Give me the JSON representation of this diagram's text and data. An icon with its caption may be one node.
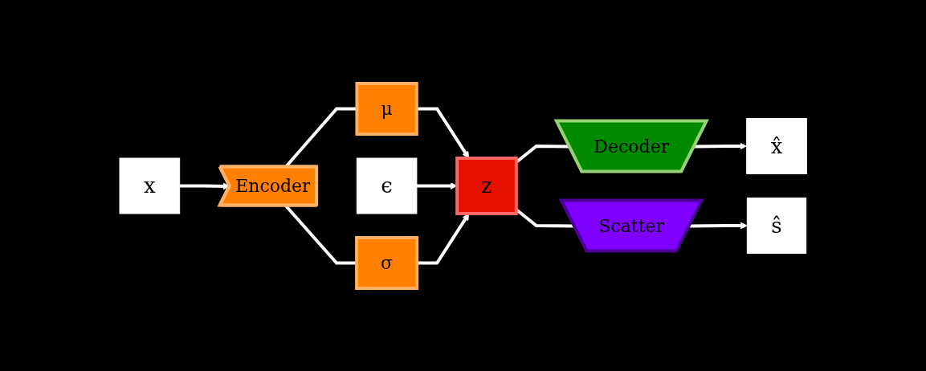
{
  "diagram": {
    "nodes": [
      {
        "text": [
          "x"
        ]
      },
      {
        "text": [
          "Encoder"
        ]
      },
      {
        "text": [
          "μ"
        ]
      },
      {
        "text": [
          "ϵ"
        ]
      },
      {
        "text": [
          "σ"
        ]
      },
      {
        "text": [
          "z"
        ]
      },
      {
        "text": [
          "Decoder"
        ]
      },
      {
        "text": [
          "Scatter"
        ]
      },
      {
        "text": [
          "x̂"
        ]
      },
      {
        "text": [
          "ŝ"
        ]
      }
    ],
    "edges": [
      {
        "from": 0,
        "to": 1,
        "arrow": "to"
      },
      {
        "from": 1,
        "to": 2,
        "arrow": "none"
      },
      {
        "from": 1,
        "to": 4,
        "arrow": "none"
      },
      {
        "from": 2,
        "to": 5,
        "arrow": "to"
      },
      {
        "from": 3,
        "to": 5,
        "arrow": "to"
      },
      {
        "from": 4,
        "to": 5,
        "arrow": "to"
      },
      {
        "from": 5,
        "to": 6,
        "arrow": "none"
      },
      {
        "from": 5,
        "to": 7,
        "arrow": "none"
      },
      {
        "from": 6,
        "to": 8,
        "arrow": "to"
      },
      {
        "from": 7,
        "to": 9,
        "arrow": "to"
      }
    ]
  }
}
